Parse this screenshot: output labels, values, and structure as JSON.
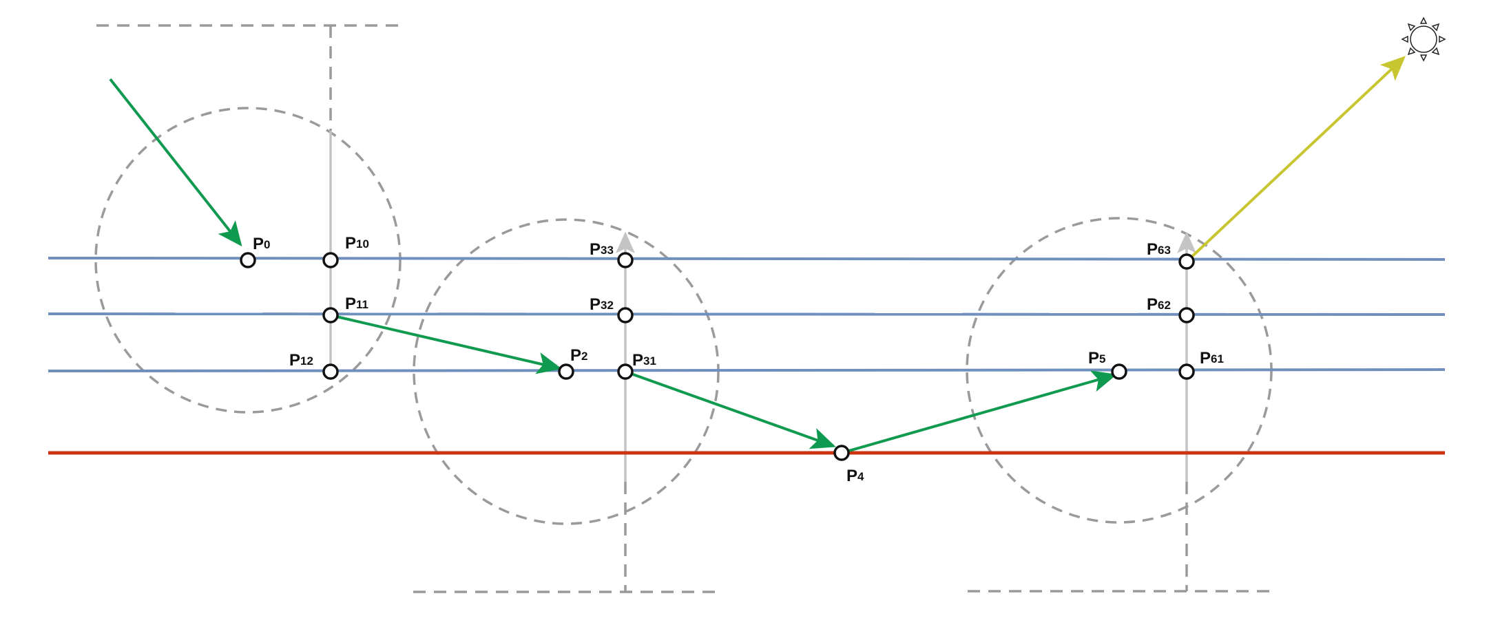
{
  "colors": {
    "layer_line": "#6f8fbd",
    "ground_line": "#cc3311",
    "ray_green": "#109a50",
    "ray_yellow": "#c8c630",
    "dashed_gray": "#9a9a9a",
    "vertical_gray": "#c4c4c4",
    "point_stroke": "#111111",
    "point_fill": "#ffffff"
  },
  "labels": {
    "p0": {
      "main": "P",
      "sub": "0"
    },
    "p10": {
      "main": "P",
      "sub": "10"
    },
    "p11": {
      "main": "P",
      "sub": "11"
    },
    "p12": {
      "main": "P",
      "sub": "12"
    },
    "p2": {
      "main": "P",
      "sub": "2"
    },
    "p33": {
      "main": "P",
      "sub": "33"
    },
    "p32": {
      "main": "P",
      "sub": "32"
    },
    "p31": {
      "main": "P",
      "sub": "31"
    },
    "p4": {
      "main": "P",
      "sub": "4"
    },
    "p5": {
      "main": "P",
      "sub": "5"
    },
    "p63": {
      "main": "P",
      "sub": "63"
    },
    "p62": {
      "main": "P",
      "sub": "62"
    },
    "p61": {
      "main": "P",
      "sub": "61"
    }
  },
  "icons": {
    "sun": "sun-icon"
  }
}
